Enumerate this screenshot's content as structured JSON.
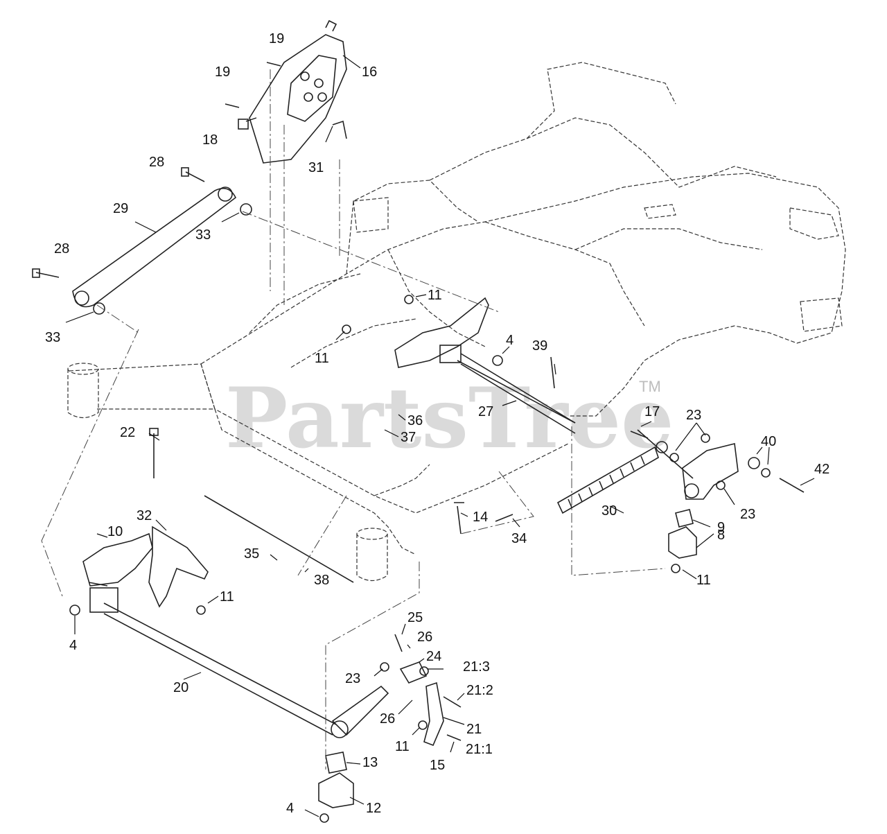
{
  "watermark": {
    "text": "PartsTree",
    "trademark": "TM"
  },
  "labels": [
    {
      "id": "l19a",
      "text": "19"
    },
    {
      "id": "l19b",
      "text": "19"
    },
    {
      "id": "l16",
      "text": "16"
    },
    {
      "id": "l18",
      "text": "18"
    },
    {
      "id": "l31",
      "text": "31"
    },
    {
      "id": "l28a",
      "text": "28"
    },
    {
      "id": "l29",
      "text": "29"
    },
    {
      "id": "l33a",
      "text": "33"
    },
    {
      "id": "l28b",
      "text": "28"
    },
    {
      "id": "l33b",
      "text": "33"
    },
    {
      "id": "l11a",
      "text": "11"
    },
    {
      "id": "l11b",
      "text": "11"
    },
    {
      "id": "l4a",
      "text": "4"
    },
    {
      "id": "l39",
      "text": "39"
    },
    {
      "id": "l27",
      "text": "27"
    },
    {
      "id": "l17",
      "text": "17"
    },
    {
      "id": "l23a",
      "text": "23"
    },
    {
      "id": "l40",
      "text": "40"
    },
    {
      "id": "l42",
      "text": "42"
    },
    {
      "id": "l36",
      "text": "36"
    },
    {
      "id": "l37",
      "text": "37"
    },
    {
      "id": "l22",
      "text": "22"
    },
    {
      "id": "l30",
      "text": "30"
    },
    {
      "id": "l23b",
      "text": "23"
    },
    {
      "id": "l9",
      "text": "9"
    },
    {
      "id": "l14",
      "text": "14"
    },
    {
      "id": "l8",
      "text": "8"
    },
    {
      "id": "l34",
      "text": "34"
    },
    {
      "id": "l11c",
      "text": "11"
    },
    {
      "id": "l32",
      "text": "32"
    },
    {
      "id": "l10",
      "text": "10"
    },
    {
      "id": "l35",
      "text": "35"
    },
    {
      "id": "l38",
      "text": "38"
    },
    {
      "id": "l11d",
      "text": "11"
    },
    {
      "id": "l4b",
      "text": "4"
    },
    {
      "id": "l25",
      "text": "25"
    },
    {
      "id": "l26a",
      "text": "26"
    },
    {
      "id": "l24",
      "text": "24"
    },
    {
      "id": "l21_3",
      "text": "21:3"
    },
    {
      "id": "l23c",
      "text": "23"
    },
    {
      "id": "l21_2",
      "text": "21:2"
    },
    {
      "id": "l20",
      "text": "20"
    },
    {
      "id": "l26b",
      "text": "26"
    },
    {
      "id": "l21",
      "text": "21"
    },
    {
      "id": "l11e",
      "text": "11"
    },
    {
      "id": "l21_1",
      "text": "21:1"
    },
    {
      "id": "l15",
      "text": "15"
    },
    {
      "id": "l13",
      "text": "13"
    },
    {
      "id": "l4c",
      "text": "4"
    },
    {
      "id": "l12",
      "text": "12"
    }
  ]
}
